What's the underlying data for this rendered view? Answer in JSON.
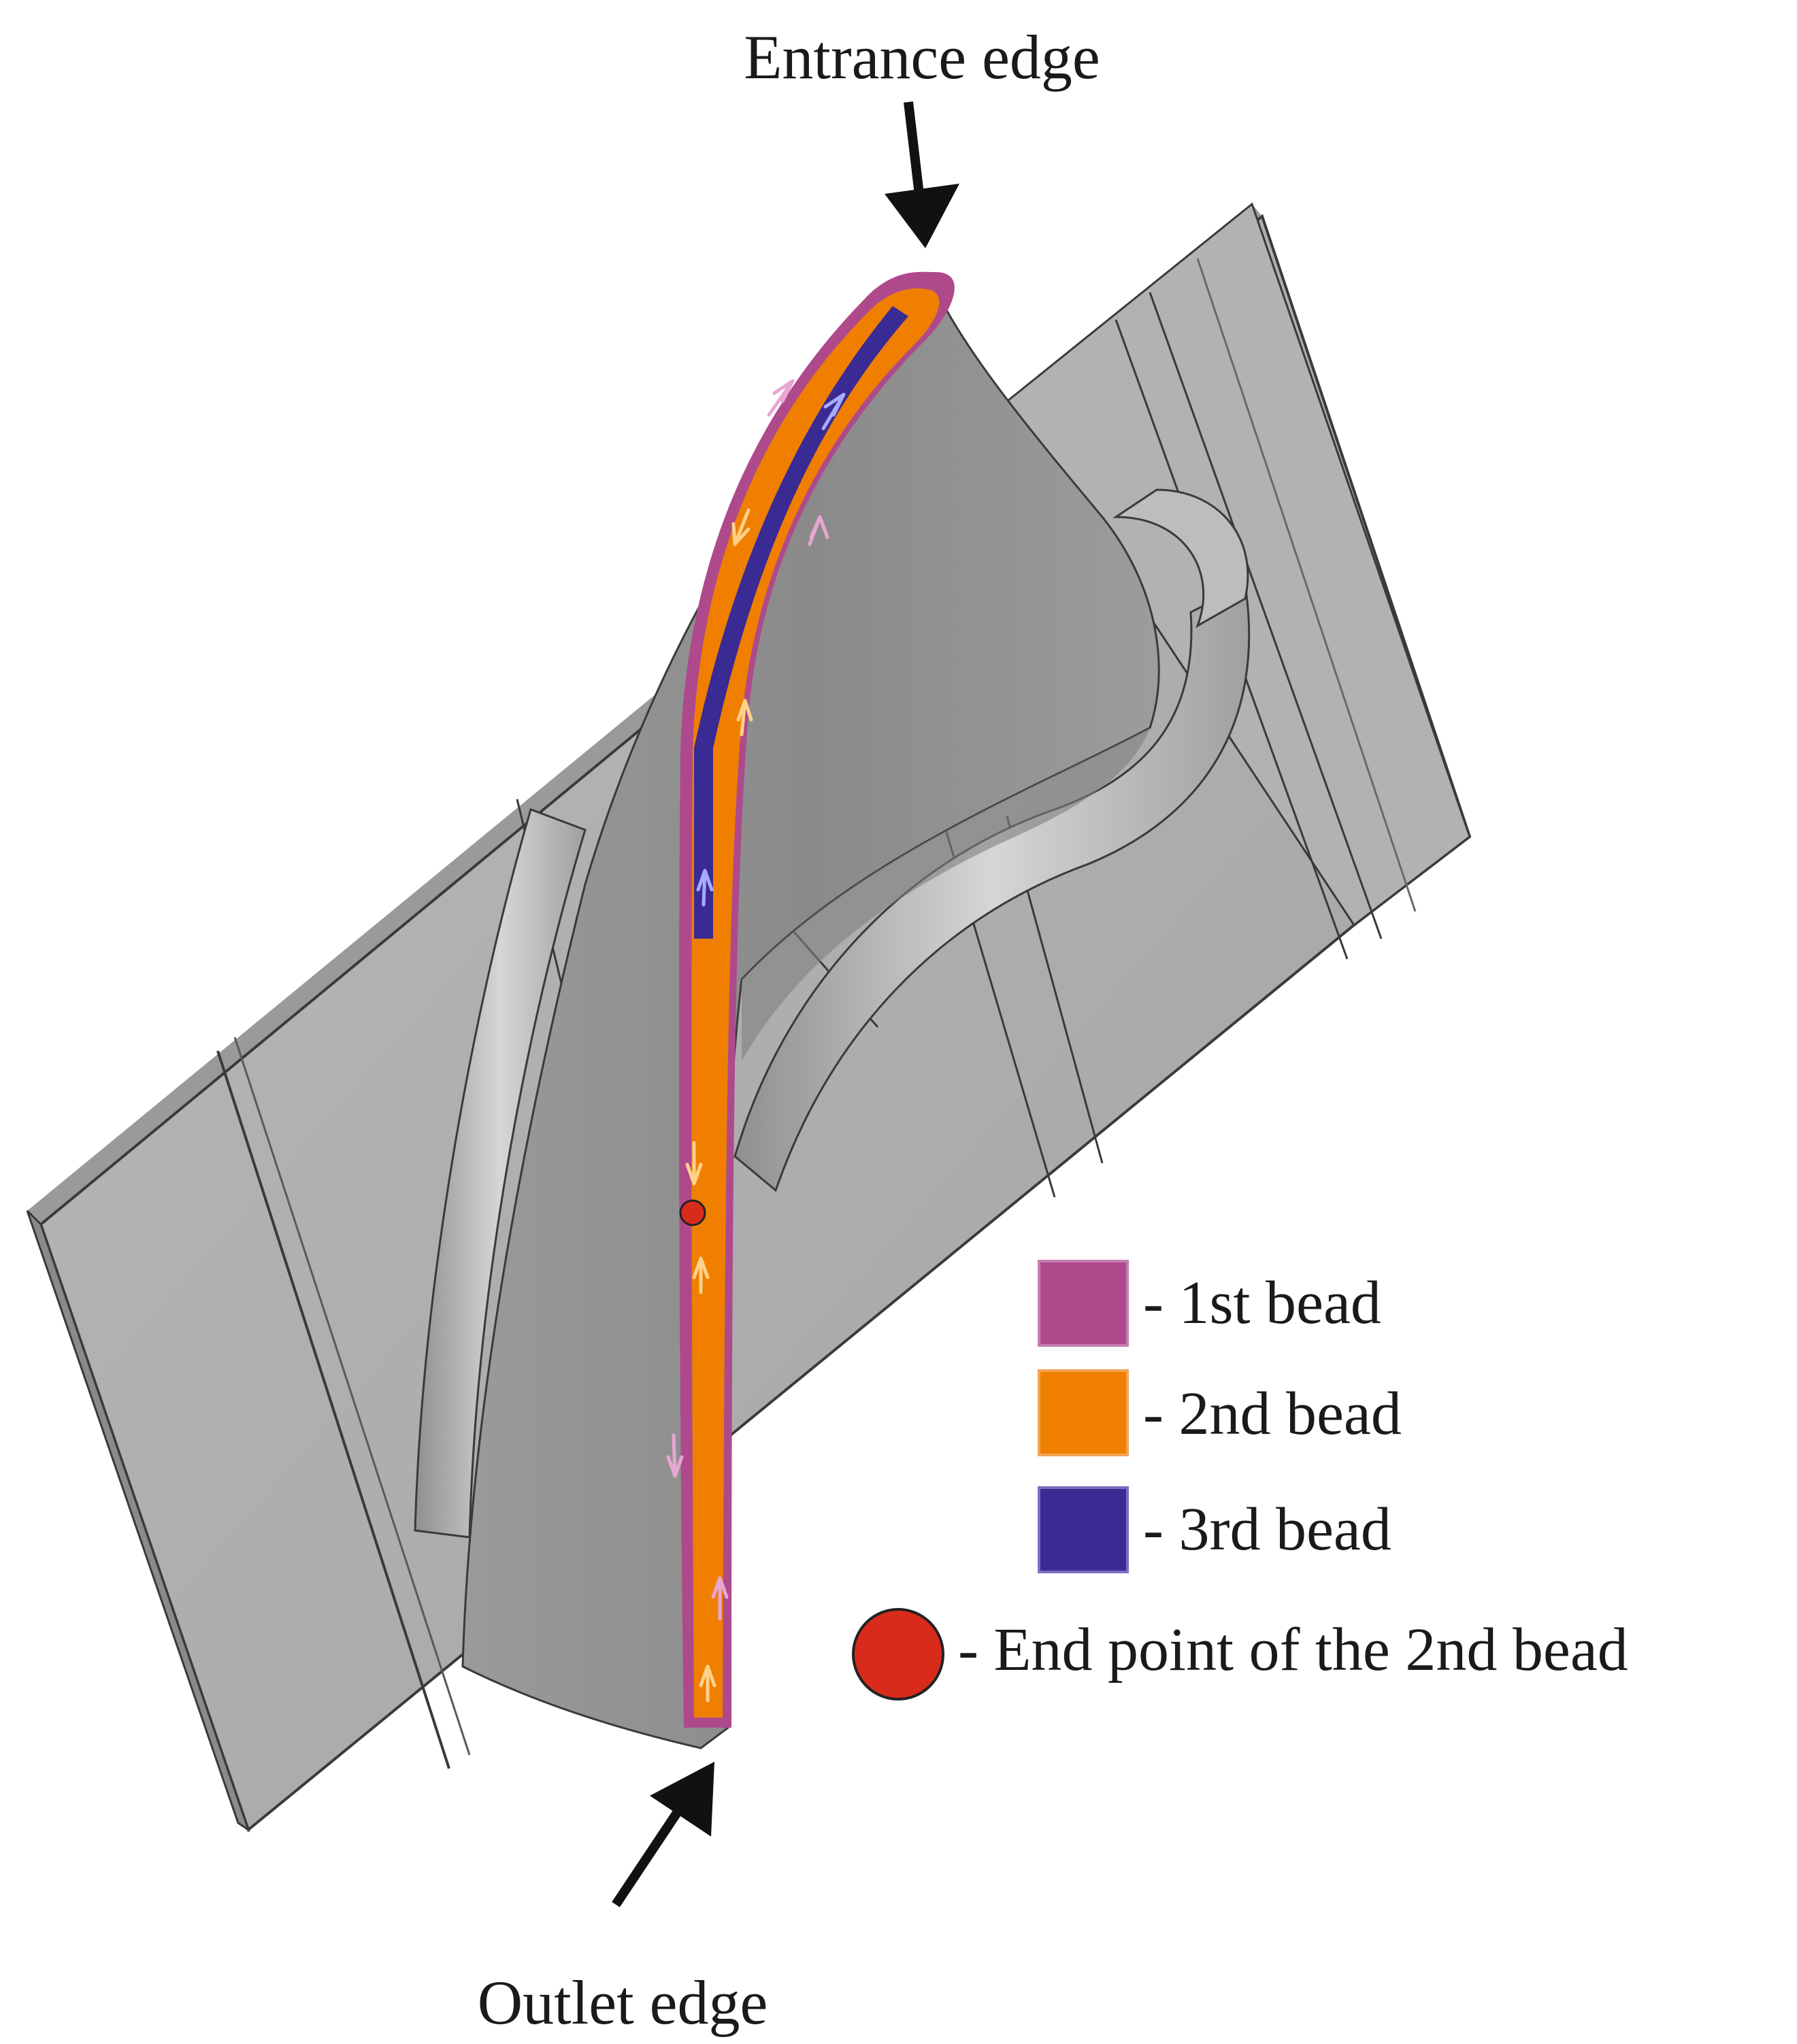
{
  "labels": {
    "entrance": "Entrance edge",
    "outlet": "Outlet edge"
  },
  "legend": [
    {
      "text": "- 1st bead",
      "color": "#ae4a8c"
    },
    {
      "text": "- 2nd bead",
      "color": "#f07f00"
    },
    {
      "text": "- 3rd bead",
      "color": "#3a2a94"
    }
  ],
  "legend_point": {
    "text": "- End point of the 2nd bead",
    "color": "#d92b1c"
  },
  "colors": {
    "surface": "#a9a9a9",
    "surface_dark": "#8e8e8e",
    "surface_light": "#c6c6c6",
    "edge": "#3a3a3a"
  }
}
